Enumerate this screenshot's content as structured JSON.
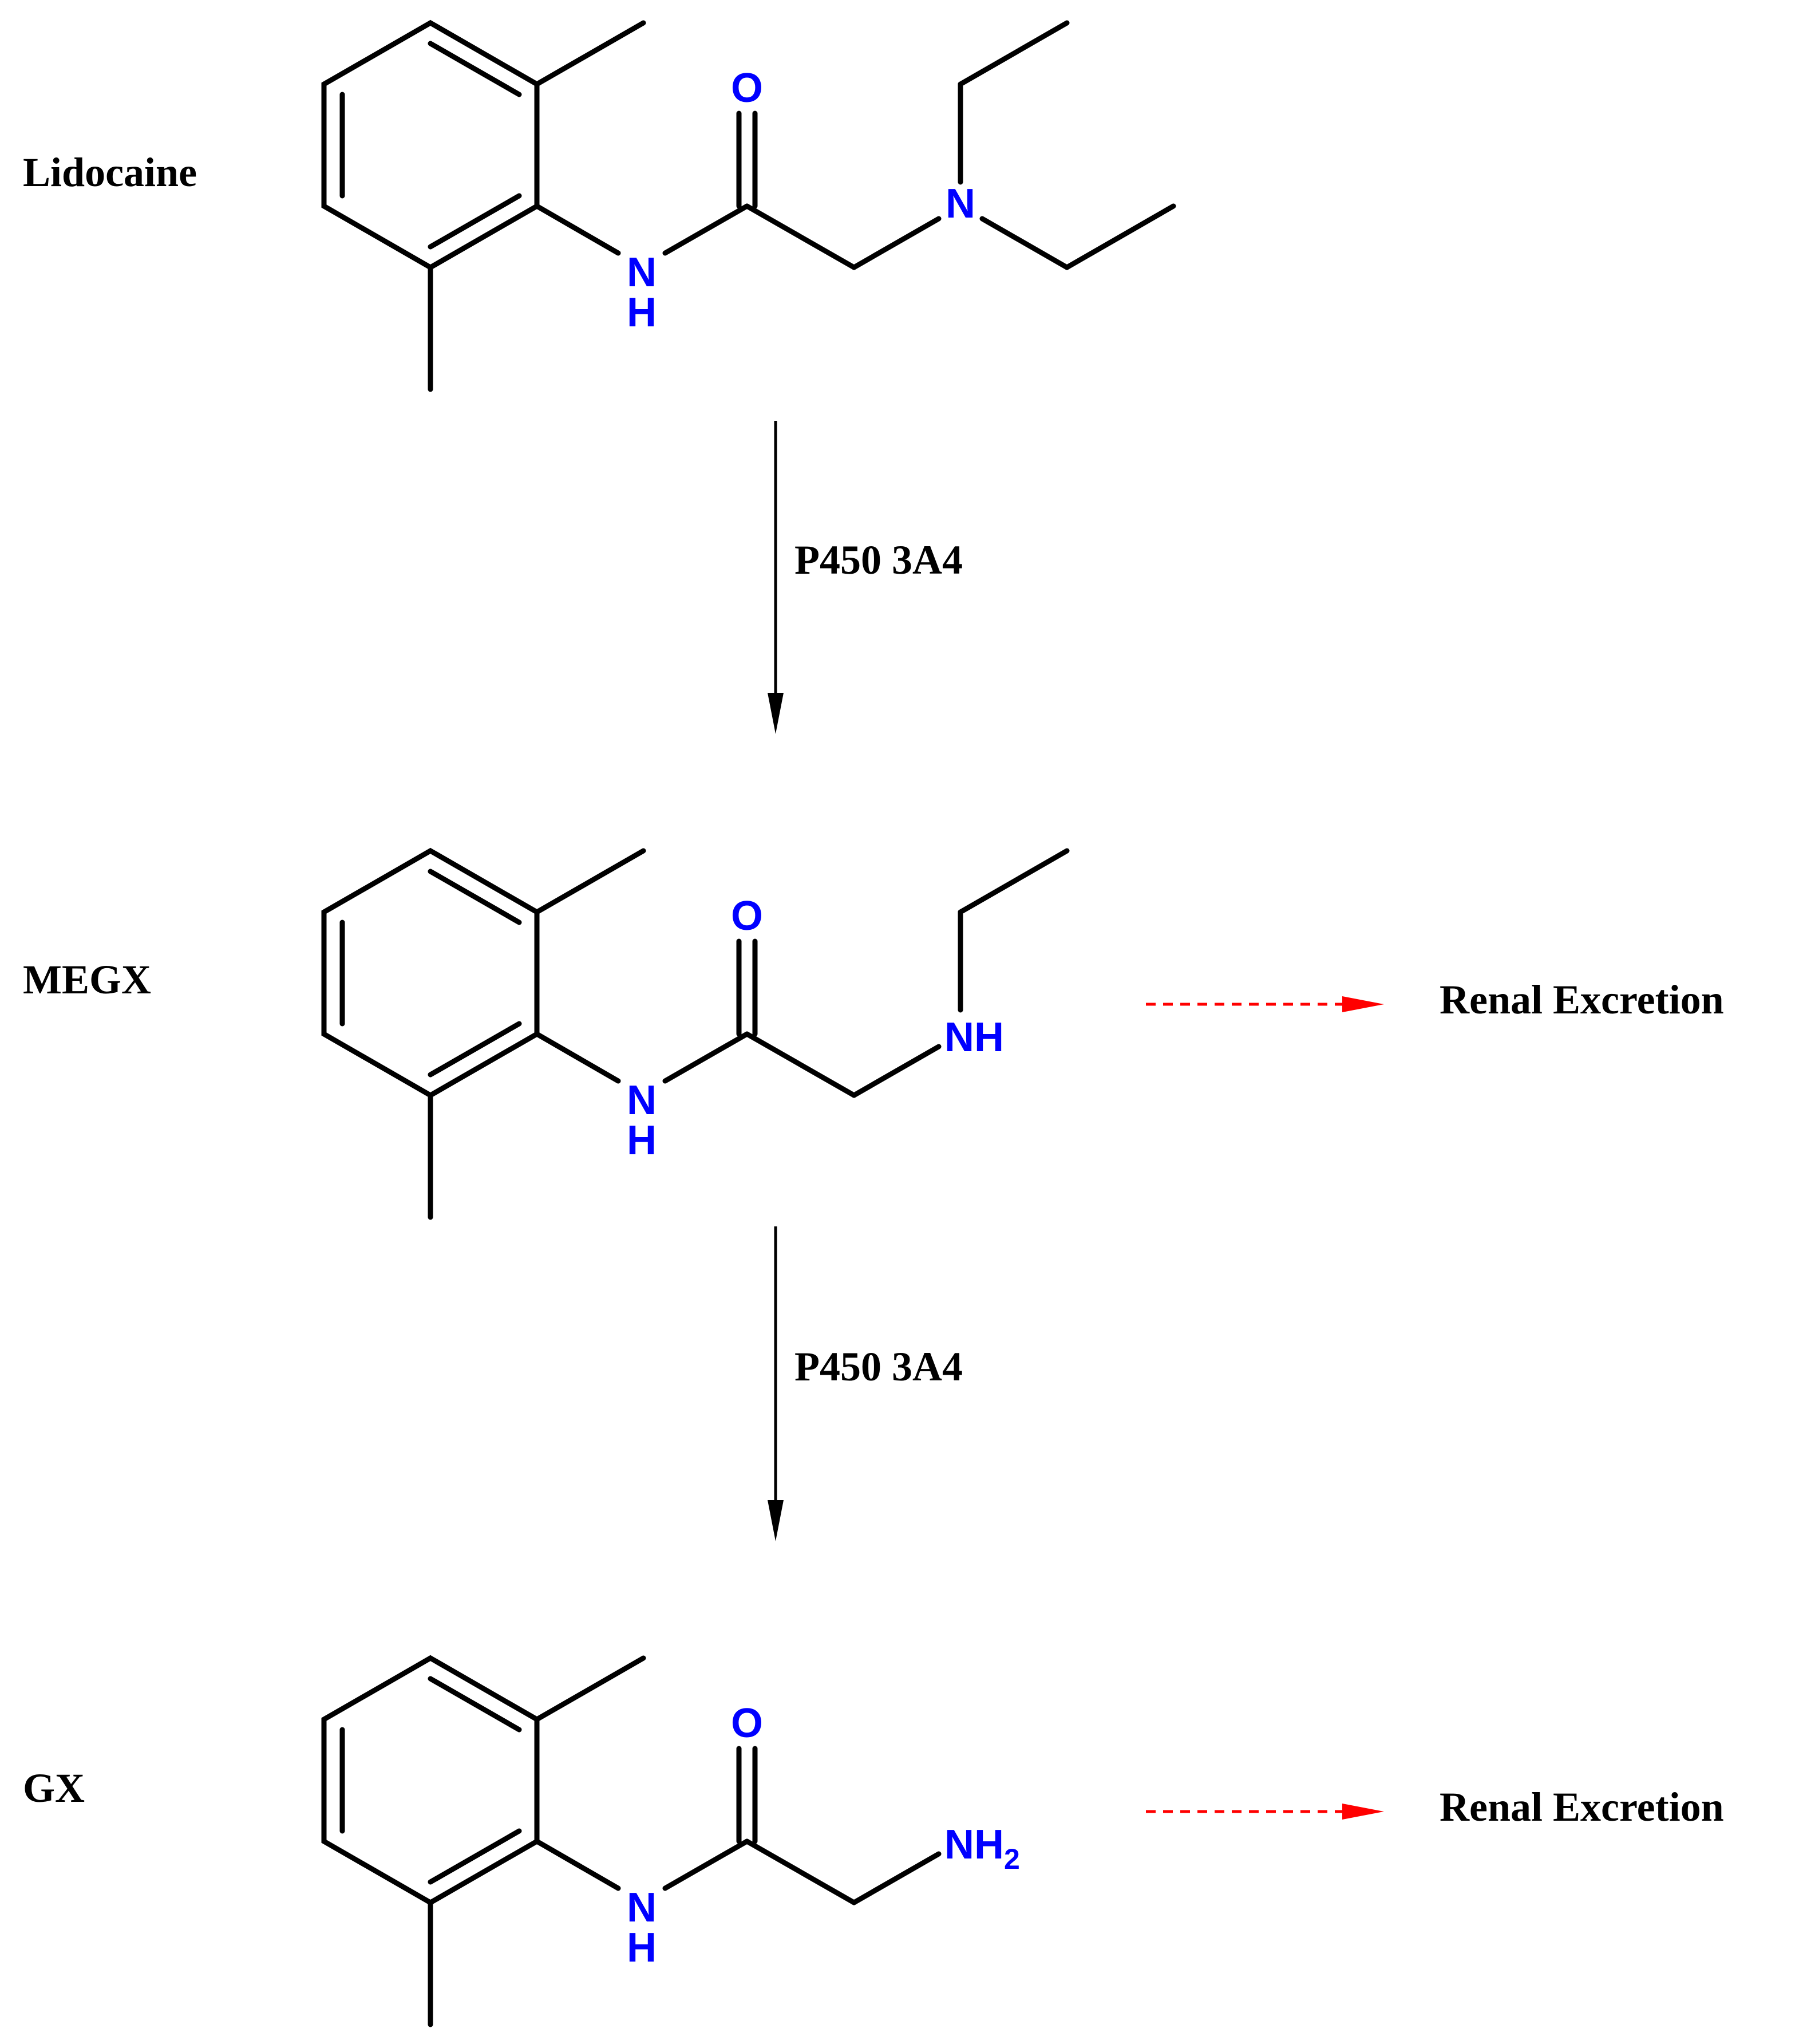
{
  "compounds": [
    {
      "name": "Lidocaine",
      "amine_label": "N",
      "carbonyl_label": "O",
      "amide_n": "N",
      "amide_h": "H"
    },
    {
      "name": "MEGX",
      "amine_label": "NH",
      "carbonyl_label": "O",
      "amide_n": "N",
      "amide_h": "H",
      "fate": "Renal Excretion"
    },
    {
      "name": "GX",
      "amine_label": "NH",
      "amine_subscript": "2",
      "carbonyl_label": "O",
      "amide_n": "N",
      "amide_h": "H",
      "fate": "Renal Excretion"
    }
  ],
  "reactions": [
    {
      "from": "Lidocaine",
      "to": "MEGX",
      "enzyme": "P450 3A4"
    },
    {
      "from": "MEGX",
      "to": "GX",
      "enzyme": "P450 3A4"
    }
  ],
  "colors": {
    "heteroatom": "#0000ff",
    "bond": "#000000",
    "excretion_arrow": "#ff0000"
  }
}
